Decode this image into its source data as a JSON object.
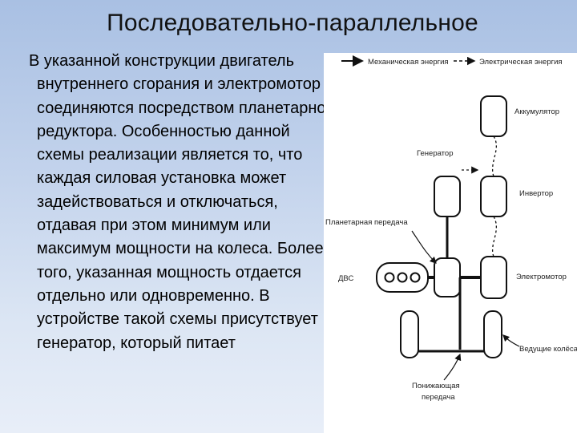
{
  "slide": {
    "title": "Последовательно-параллельное",
    "text": "В указанной конструкции двигатель внутреннего сгорания и электромотор соединяются посредством планетарного редуктора. Особенностью данной схемы реализации является то, что каждая силовая установка может задействоваться и отключаться, отдавая при этом минимум или максимум мощности на колеса. Более того, указанная мощность отдается отдельно или одновременно. В устройстве такой схемы присутствует генератор, который питает"
  },
  "diagram": {
    "legend": {
      "mechanical": "Механическая энергия",
      "electrical": "Электрическая энергия"
    },
    "labels": {
      "battery": "Аккумулятор",
      "generator": "Генератор",
      "inverter": "Инвертор",
      "planetary": "Планетарная передача",
      "ice": "ДВС",
      "motor": "Электромотор",
      "wheels": "Ведущие колёса",
      "reduction_1": "Понижающая",
      "reduction_2": "передача"
    }
  }
}
